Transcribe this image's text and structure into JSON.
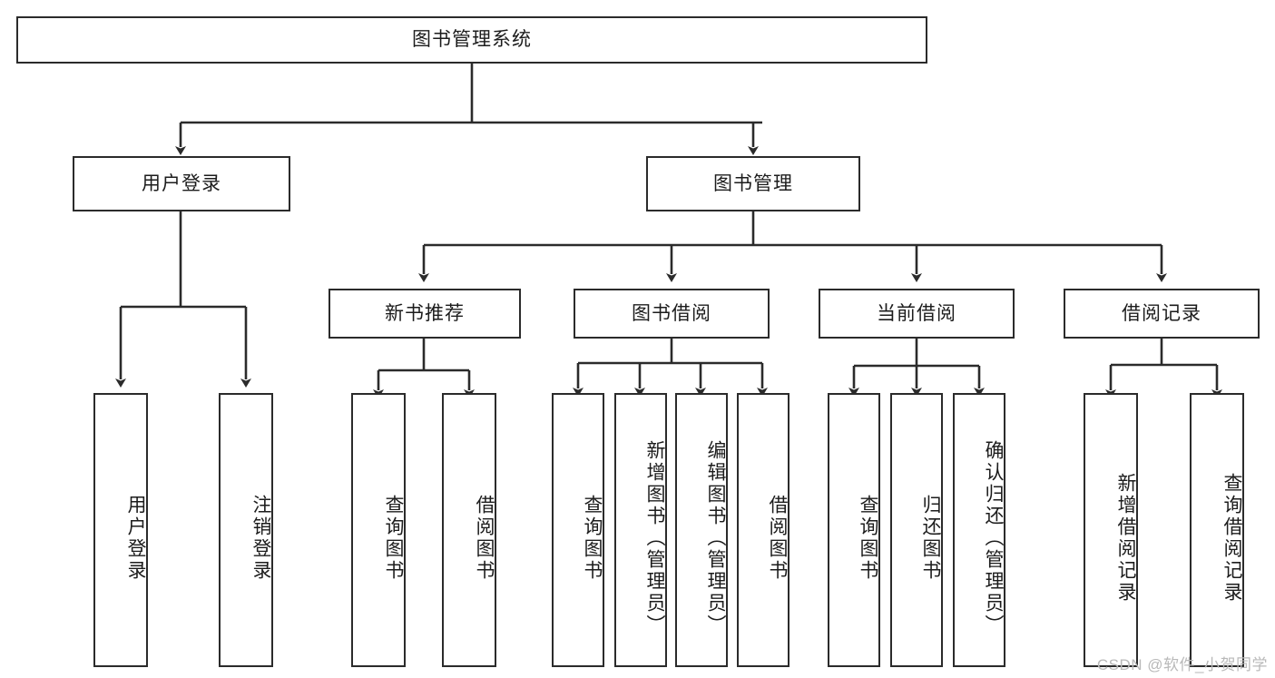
{
  "diagram": {
    "type": "tree-hierarchy",
    "title": "图书管理系统",
    "root": {
      "id": "root",
      "label": "图书管理系统"
    },
    "level1": [
      {
        "id": "user-login",
        "label": "用户登录"
      },
      {
        "id": "book-manage",
        "label": "图书管理"
      }
    ],
    "level2": [
      {
        "id": "new-book-rec",
        "label": "新书推荐",
        "parent": "book-manage"
      },
      {
        "id": "book-borrow",
        "label": "图书借阅",
        "parent": "book-manage"
      },
      {
        "id": "current-borrow",
        "label": "当前借阅",
        "parent": "book-manage"
      },
      {
        "id": "borrow-record",
        "label": "借阅记录",
        "parent": "book-manage"
      }
    ],
    "leaves": {
      "user-login": [
        {
          "id": "leaf-user-login",
          "label": "用户登录"
        },
        {
          "id": "leaf-logout",
          "label": "注销登录"
        }
      ],
      "new-book-rec": [
        {
          "id": "leaf-query-book-1",
          "label": "查询图书"
        },
        {
          "id": "leaf-borrow-book-1",
          "label": "借阅图书"
        }
      ],
      "book-borrow": [
        {
          "id": "leaf-query-book-2",
          "label": "查询图书"
        },
        {
          "id": "leaf-add-book",
          "label": "新增图书（管理员）"
        },
        {
          "id": "leaf-edit-book",
          "label": "编辑图书（管理员）"
        },
        {
          "id": "leaf-borrow-book-2",
          "label": "借阅图书"
        }
      ],
      "current-borrow": [
        {
          "id": "leaf-query-book-3",
          "label": "查询图书"
        },
        {
          "id": "leaf-return-book",
          "label": "归还图书"
        },
        {
          "id": "leaf-confirm-return",
          "label": "确认归还（管理员）"
        }
      ],
      "borrow-record": [
        {
          "id": "leaf-add-record",
          "label": "新增借阅记录"
        },
        {
          "id": "leaf-query-record",
          "label": "查询借阅记录"
        }
      ]
    }
  },
  "watermark": {
    "text": "CSDN @软件_小贺同学"
  },
  "colors": {
    "stroke": "#2b2b2b",
    "fill": "#ffffff",
    "text": "#1c1c1c",
    "watermark": "#b9b9b9"
  }
}
